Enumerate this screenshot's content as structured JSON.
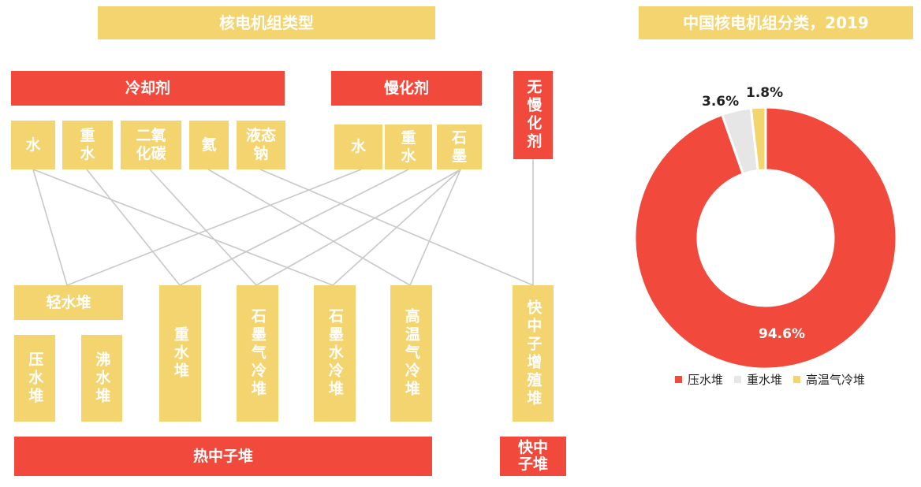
{
  "left_title": "核电机组类型",
  "right_title": "中国核电机组分类，2019",
  "coolant": {
    "header": "冷却剂",
    "items": [
      "水",
      "重\n水",
      "二氧\n化碳",
      "氦",
      "液态\n钠"
    ]
  },
  "moderator": {
    "header": "慢化剂",
    "items": [
      "水",
      "重\n水",
      "石\n墨"
    ]
  },
  "no_moderator": "无慢化剂",
  "reactors": {
    "light_water": "轻水堆",
    "pwr": "压水堆",
    "bwr": "沸水堆",
    "heavy_water": "重水堆",
    "graphite_gas": "石墨气冷堆",
    "graphite_water": "石墨水冷堆",
    "htgr": "高温气冷堆",
    "fast_breeder": "快中子增殖堆"
  },
  "thermal_neutron": "热中子堆",
  "fast_neutron": "快中\n子堆",
  "colors": {
    "red": "#F1493B",
    "yellow": "#F3D46E",
    "grey": "#E6E6E6",
    "line": "#C8C8C8"
  },
  "chart_data": {
    "type": "pie",
    "title": "中国核电机组分类，2019",
    "categories": [
      "压水堆",
      "重水堆",
      "高温气冷堆"
    ],
    "values": [
      94.6,
      3.6,
      1.8
    ],
    "labels": [
      "94.6%",
      "3.6%",
      "1.8%"
    ],
    "colors": [
      "#F1493B",
      "#E6E6E6",
      "#F3D46E"
    ],
    "donut": true,
    "legend_position": "bottom"
  }
}
